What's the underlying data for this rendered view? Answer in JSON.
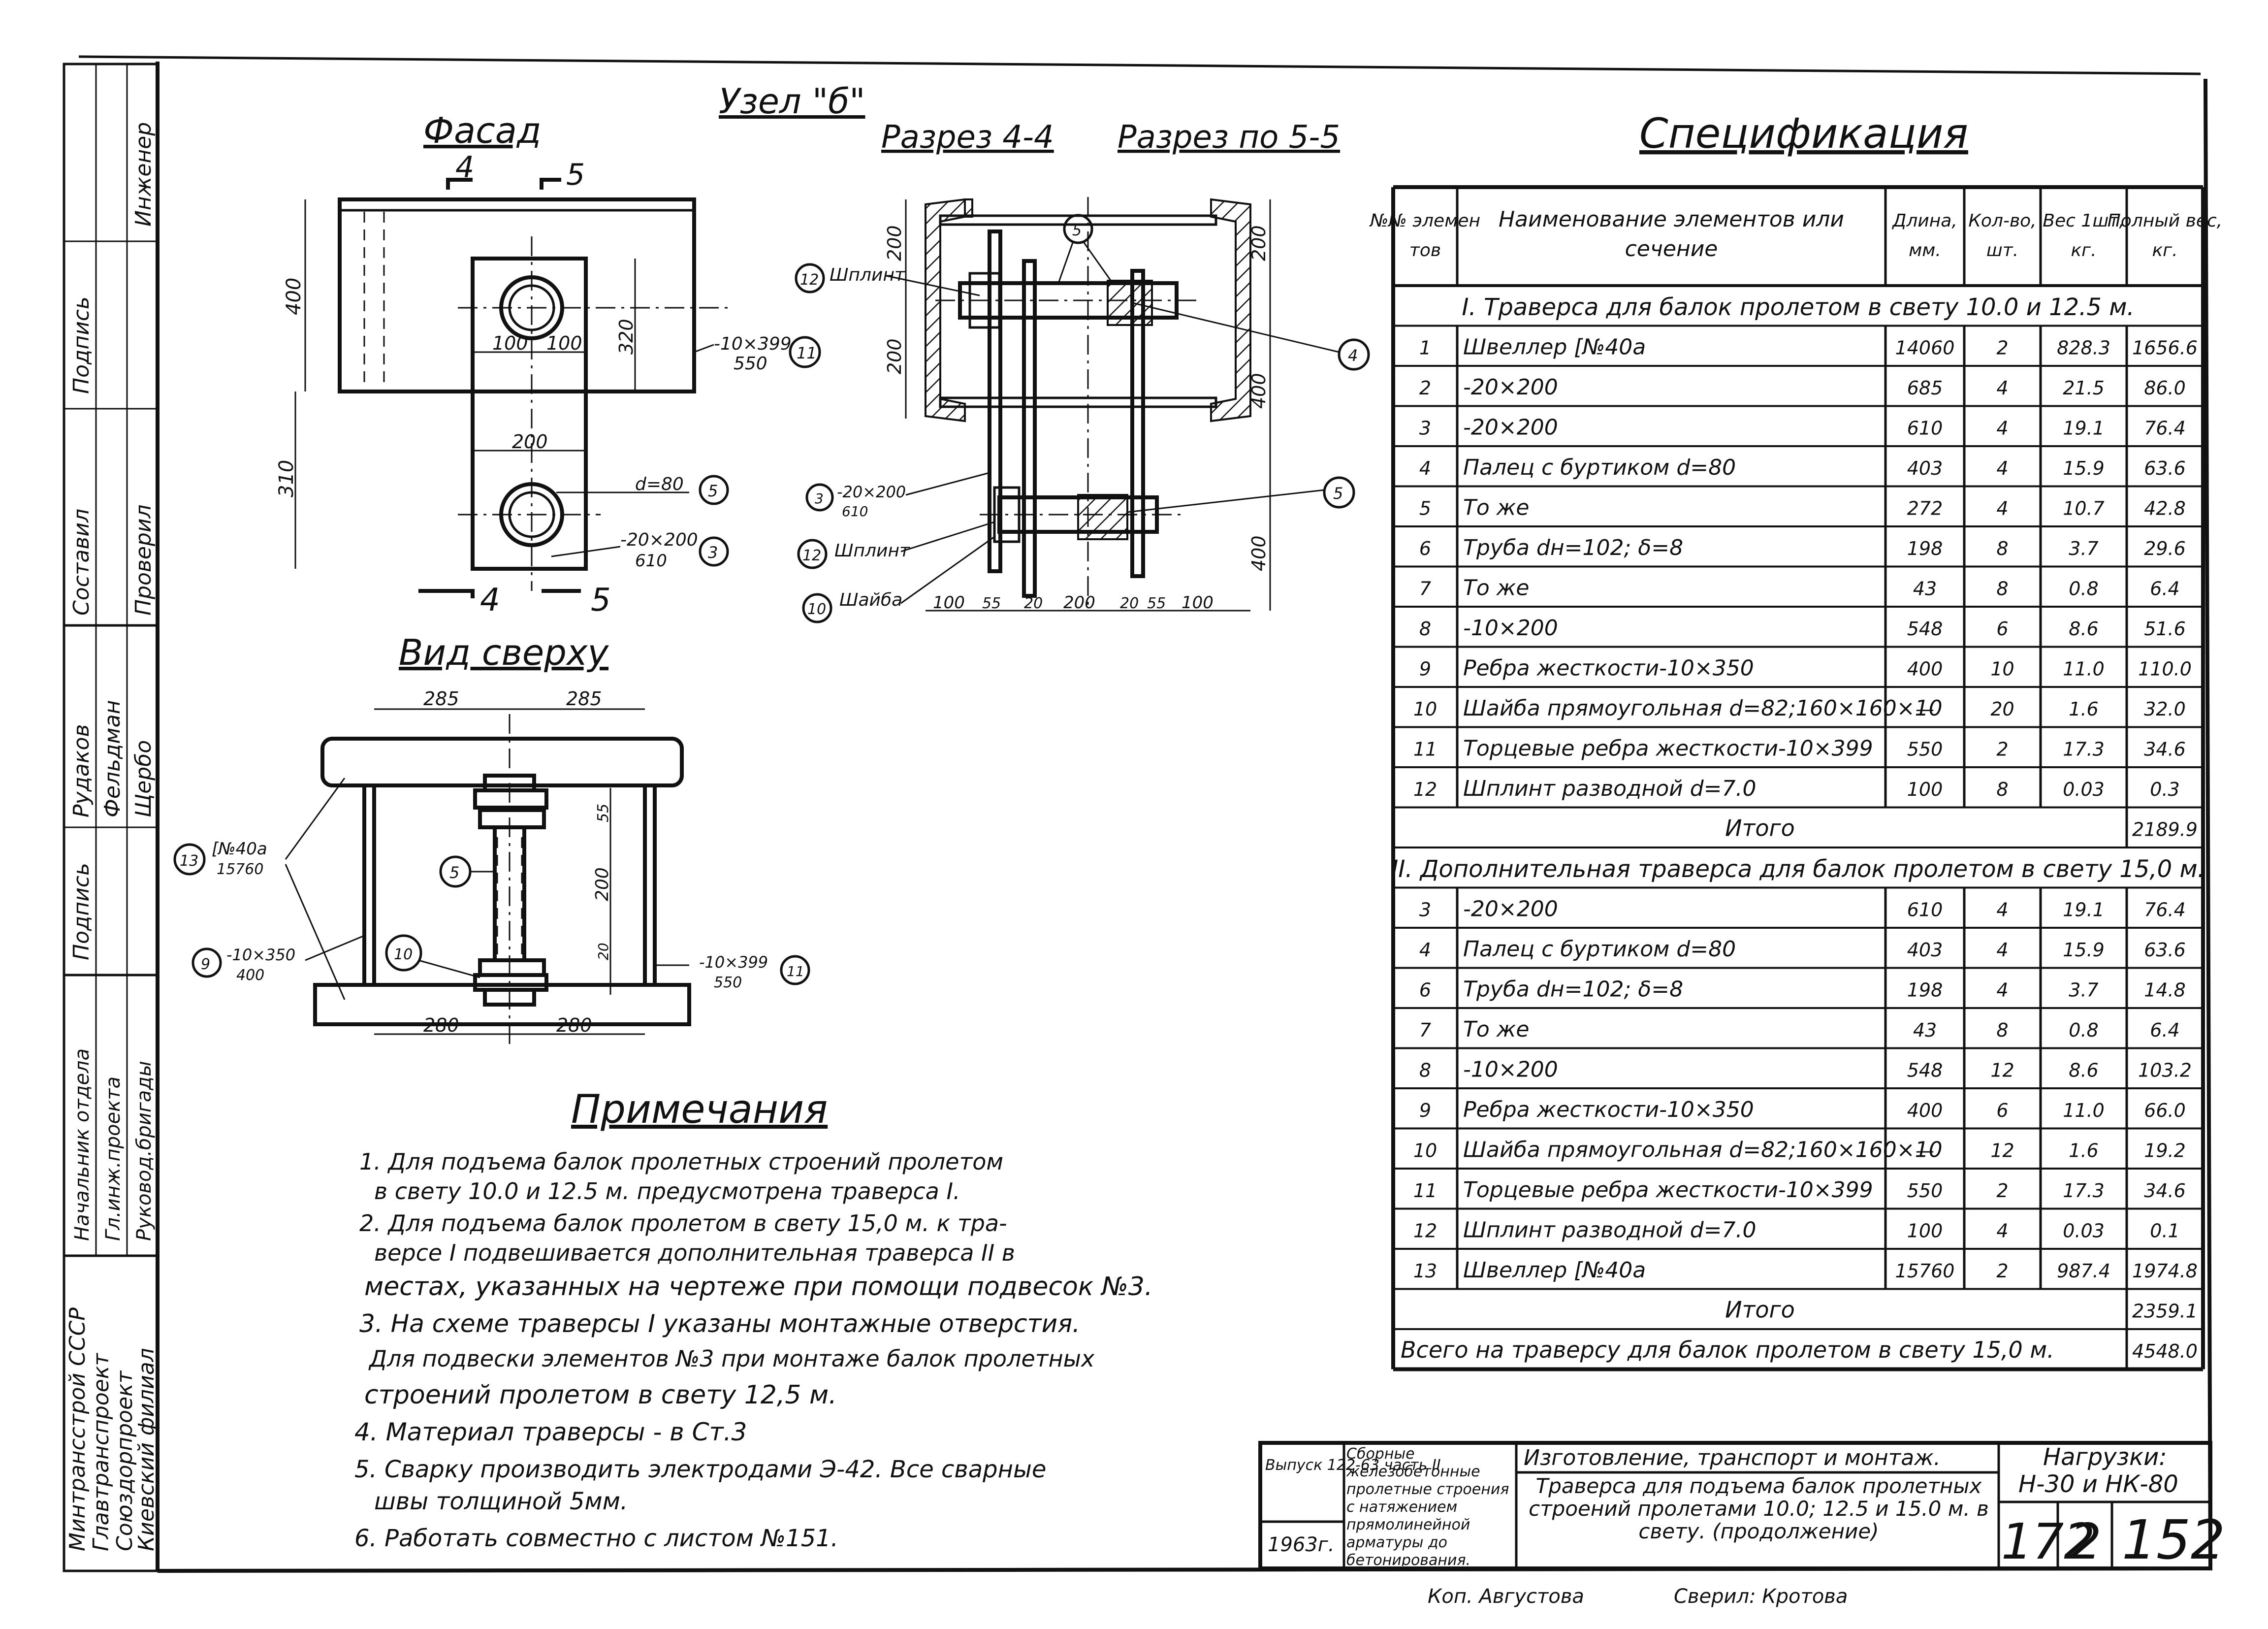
{
  "title_node": "Узел \"б\"",
  "view_titles": {
    "facade": "Фасад",
    "section_44": "Разрез 4-4",
    "section_55": "Разрез по 5-5",
    "top_view": "Вид сверху",
    "spec": "Спецификация"
  },
  "side_stamp": {
    "orgs": [
      "Минтрансстрой СССР",
      "Главтранспроект",
      "Союздорпроект",
      "Киевский филиал"
    ],
    "roles": [
      "Начальник отдела",
      "Гл.инж.проекта",
      "Руковод.бригады",
      "Подпись",
      "Составил",
      "Подпись",
      "Проверил",
      "Инженер"
    ],
    "names": [
      "Рудаков",
      "Фельдман",
      "Щербо"
    ]
  },
  "facade_dims": {
    "h400": "400",
    "d100a": "100",
    "d100b": "100",
    "d200": "200",
    "d320": "320",
    "d310": "310",
    "d80": "d=80",
    "plate": "-20×200",
    "plate_len": "610",
    "rib": "-10×399",
    "rib_len": "550",
    "cut4": "4",
    "cut5": "5",
    "callout11": "11",
    "callout5": "5",
    "callout3": "3"
  },
  "section_dims": {
    "d200a": "200",
    "d200b": "200",
    "d200c": "200",
    "d400": "400",
    "d400b": "400",
    "b100": "100",
    "b55": "55",
    "b20": "20",
    "b200": "200",
    "b20b": "20",
    "b55b": "55",
    "b100b": "100",
    "splint1": "Шплинт",
    "splint2": "Шплинт",
    "washer": "Шайба",
    "plate": "-20×200",
    "plate_len": "610",
    "c12": "12",
    "c5": "5",
    "c4": "4",
    "c5b": "5",
    "c3": "3",
    "c12b": "12",
    "c10": "10"
  },
  "top_dims": {
    "d285a": "285",
    "d285b": "285",
    "d280a": "280",
    "d280b": "280",
    "d55": "55",
    "d200": "200",
    "d20": "20",
    "channel": "[№40а",
    "channel_len": "15760",
    "rib1": "-10×350",
    "rib1_len": "400",
    "rib2": "-10×399",
    "rib2_len": "550",
    "c13": "13",
    "c9": "9",
    "c5": "5",
    "c10": "10",
    "c11": "11"
  },
  "notes": {
    "title": "Примечания",
    "lines": [
      "1. Для подъема балок пролетных строений пролетом",
      "в свету 10.0 и 12.5 м. предусмотрена траверса I.",
      "2. Для подъема балок пролетом в свету 15,0 м. к тра-",
      "версе I подвешивается дополнительная траверса II в",
      "местах, указанных на чертеже при помощи подвесок №3.",
      "3. На схеме траверсы I указаны монтажные отверстия.",
      "Для подвески элементов №3 при монтаже балок пролетных",
      "строений пролетом в свету 12,5 м.",
      "4. Материал траверсы - в Ст.3",
      "5. Сварку производить электродами Э-42. Все сварные",
      "швы толщиной 5мм.",
      "6. Работать совместно с листом №151."
    ]
  },
  "spec": {
    "headers": [
      "№№ элемен тов",
      "Наименование элементов или сечение",
      "Длина, мм.",
      "Кол-во, шт.",
      "Вес 1шт, кг.",
      "Полный вес, кг."
    ],
    "section1_title": "I. Траверса для балок пролетом в свету 10.0 и 12.5 м.",
    "section1_rows": [
      [
        "1",
        "Швеллер [№40а",
        "14060",
        "2",
        "828.3",
        "1656.6"
      ],
      [
        "2",
        "-20×200",
        "685",
        "4",
        "21.5",
        "86.0"
      ],
      [
        "3",
        "-20×200",
        "610",
        "4",
        "19.1",
        "76.4"
      ],
      [
        "4",
        "Палец с буртиком d=80",
        "403",
        "4",
        "15.9",
        "63.6"
      ],
      [
        "5",
        "То же",
        "272",
        "4",
        "10.7",
        "42.8"
      ],
      [
        "6",
        "Труба dн=102; δ=8",
        "198",
        "8",
        "3.7",
        "29.6"
      ],
      [
        "7",
        "То же",
        "43",
        "8",
        "0.8",
        "6.4"
      ],
      [
        "8",
        "-10×200",
        "548",
        "6",
        "8.6",
        "51.6"
      ],
      [
        "9",
        "Ребра жесткости-10×350",
        "400",
        "10",
        "11.0",
        "110.0"
      ],
      [
        "10",
        "Шайба прямоугольная d=82;160×160×10",
        "—",
        "20",
        "1.6",
        "32.0"
      ],
      [
        "11",
        "Торцевые ребра жесткости-10×399",
        "550",
        "2",
        "17.3",
        "34.6"
      ],
      [
        "12",
        "Шплинт разводной d=7.0",
        "100",
        "8",
        "0.03",
        "0.3"
      ]
    ],
    "section1_total_label": "Итого",
    "section1_total": "2189.9",
    "section2_title": "II. Дополнительная траверса для балок пролетом в свету 15,0 м.",
    "section2_rows": [
      [
        "3",
        "-20×200",
        "610",
        "4",
        "19.1",
        "76.4"
      ],
      [
        "4",
        "Палец с буртиком d=80",
        "403",
        "4",
        "15.9",
        "63.6"
      ],
      [
        "6",
        "Труба dн=102; δ=8",
        "198",
        "4",
        "3.7",
        "14.8"
      ],
      [
        "7",
        "То же",
        "43",
        "8",
        "0.8",
        "6.4"
      ],
      [
        "8",
        "-10×200",
        "548",
        "12",
        "8.6",
        "103.2"
      ],
      [
        "9",
        "Ребра жесткости-10×350",
        "400",
        "6",
        "11.0",
        "66.0"
      ],
      [
        "10",
        "Шайба прямоугольная d=82;160×160×10",
        "—",
        "12",
        "1.6",
        "19.2"
      ],
      [
        "11",
        "Торцевые ребра жесткости-10×399",
        "550",
        "2",
        "17.3",
        "34.6"
      ],
      [
        "12",
        "Шплинт разводной d=7.0",
        "100",
        "4",
        "0.03",
        "0.1"
      ],
      [
        "13",
        "Швеллер [№40а",
        "15760",
        "2",
        "987.4",
        "1974.8"
      ]
    ],
    "section2_total_label": "Итого",
    "section2_total": "2359.1",
    "grand_total_label": "Всего на траверсу для балок пролетом в свету 15,0 м.",
    "grand_total": "4548.0"
  },
  "title_block": {
    "issue": "Выпуск 122-63 часть II",
    "year": "1963г.",
    "series": "Сборные железобетонные пролетные строения с натяжением прямолинейной арматуры до бетонирования.",
    "topic": "Изготовление, транспорт и монтаж.",
    "sheet_title": "Траверса для подъема балок пролетных строений пролетами 10.0; 12.5 и 15.0 м. в свету. (продолжение)",
    "loads_label": "Нагрузки:",
    "loads": "Н-30 и НК-80",
    "num1": "172",
    "num2": "2",
    "sheet": "152",
    "copied": "Коп. Августова",
    "checked": "Сверил: Кротова"
  }
}
